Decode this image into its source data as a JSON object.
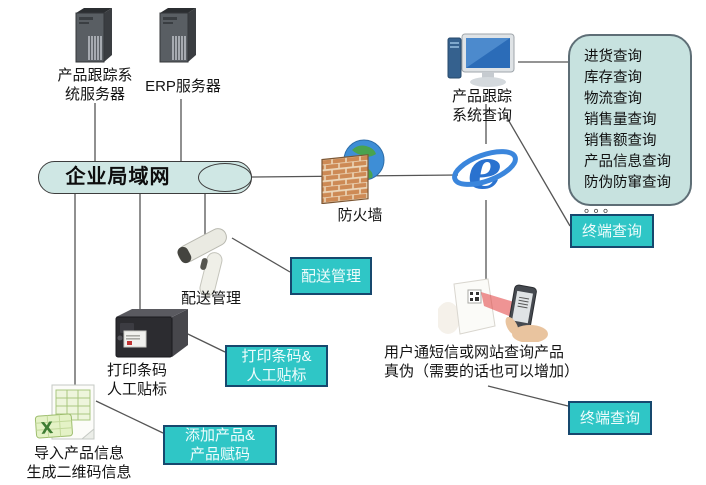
{
  "diagram": {
    "title_hint": "product-tracing-system-network-diagram",
    "colors": {
      "teal_box_fill": "#2fc6c6",
      "teal_box_border": "#16486e",
      "capsule_fill": "#cfe7e4",
      "list_box_fill": "#c7e2df",
      "connector_line": "#555555"
    },
    "icons": {
      "server1": "server-tower-icon",
      "server2": "server-tower-icon",
      "firewall": "firewall-brick-globe-icon",
      "pc": "desktop-computer-icon",
      "browser": "internet-explorer-icon",
      "scanner": "barcode-scanner-icon",
      "printer": "label-printer-icon",
      "excel": "excel-spreadsheet-icon",
      "phone": "phone-scanning-qr-icon"
    },
    "nodes": {
      "server1": {
        "line1": "产品跟踪系",
        "line2": "统服务器"
      },
      "server2": {
        "label": "ERP服务器"
      },
      "lan": {
        "label": "企业局域网"
      },
      "firewall": {
        "label": "防火墙"
      },
      "pc_query": {
        "line1": "产品跟踪",
        "line2": "系统查询"
      },
      "query_list": {
        "items": [
          "进货查询",
          "库存查询",
          "物流查询",
          "销售量查询",
          "销售额查询",
          "产品信息查询",
          "防伪防窜查询"
        ],
        "more": "。。。"
      },
      "terminal_query_1": {
        "label": "终端查询"
      },
      "scanner": {
        "label": "配送管理"
      },
      "box_delivery": {
        "label": "配送管理"
      },
      "printer": {
        "line1": "打印条码",
        "line2": "人工贴标"
      },
      "box_print": {
        "line1": "打印条码&",
        "line2": "人工贴标"
      },
      "excel": {
        "line1": "导入产品信息",
        "line2": "生成二维码信息"
      },
      "box_add": {
        "line1": "添加产品&",
        "line2": "产品赋码"
      },
      "phone": {
        "line1": "用户通短信或网站查询产品",
        "line2": "真伪（需要的话也可以增加）"
      },
      "terminal_query_2": {
        "label": "终端查询"
      }
    }
  }
}
